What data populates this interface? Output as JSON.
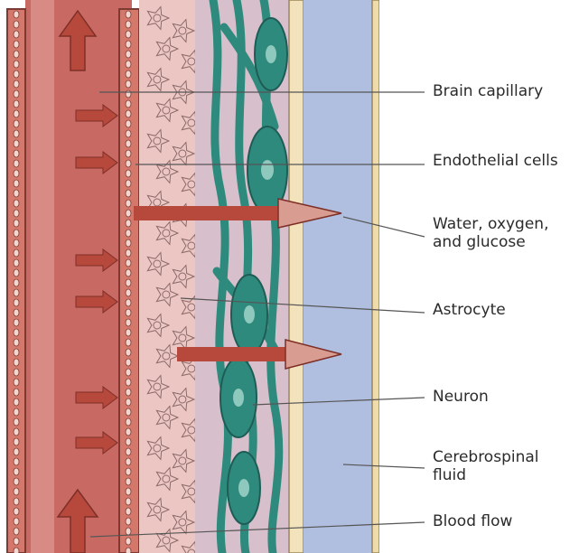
{
  "colors": {
    "vessel_fill": "#c86a63",
    "vessel_light": "#e2a29b",
    "vessel_wall": "#d4786c",
    "astro_bg": "#ecc6c2",
    "neuron": "#2f8a7e",
    "csf": "#b0bedf",
    "arrow": "#b7483c",
    "arrow_light": "#d99c90",
    "leader": "#555555"
  },
  "labels": {
    "brain_capillary": "Brain capillary",
    "endothelial_cells": "Endothelial cells",
    "water_oxygen_glucose": "Water, oxygen,\nand glucose",
    "astrocyte": "Astrocyte",
    "neuron": "Neuron",
    "cerebrospinal_fluid": "Cerebrospinal\nfluid",
    "blood_flow": "Blood flow"
  }
}
